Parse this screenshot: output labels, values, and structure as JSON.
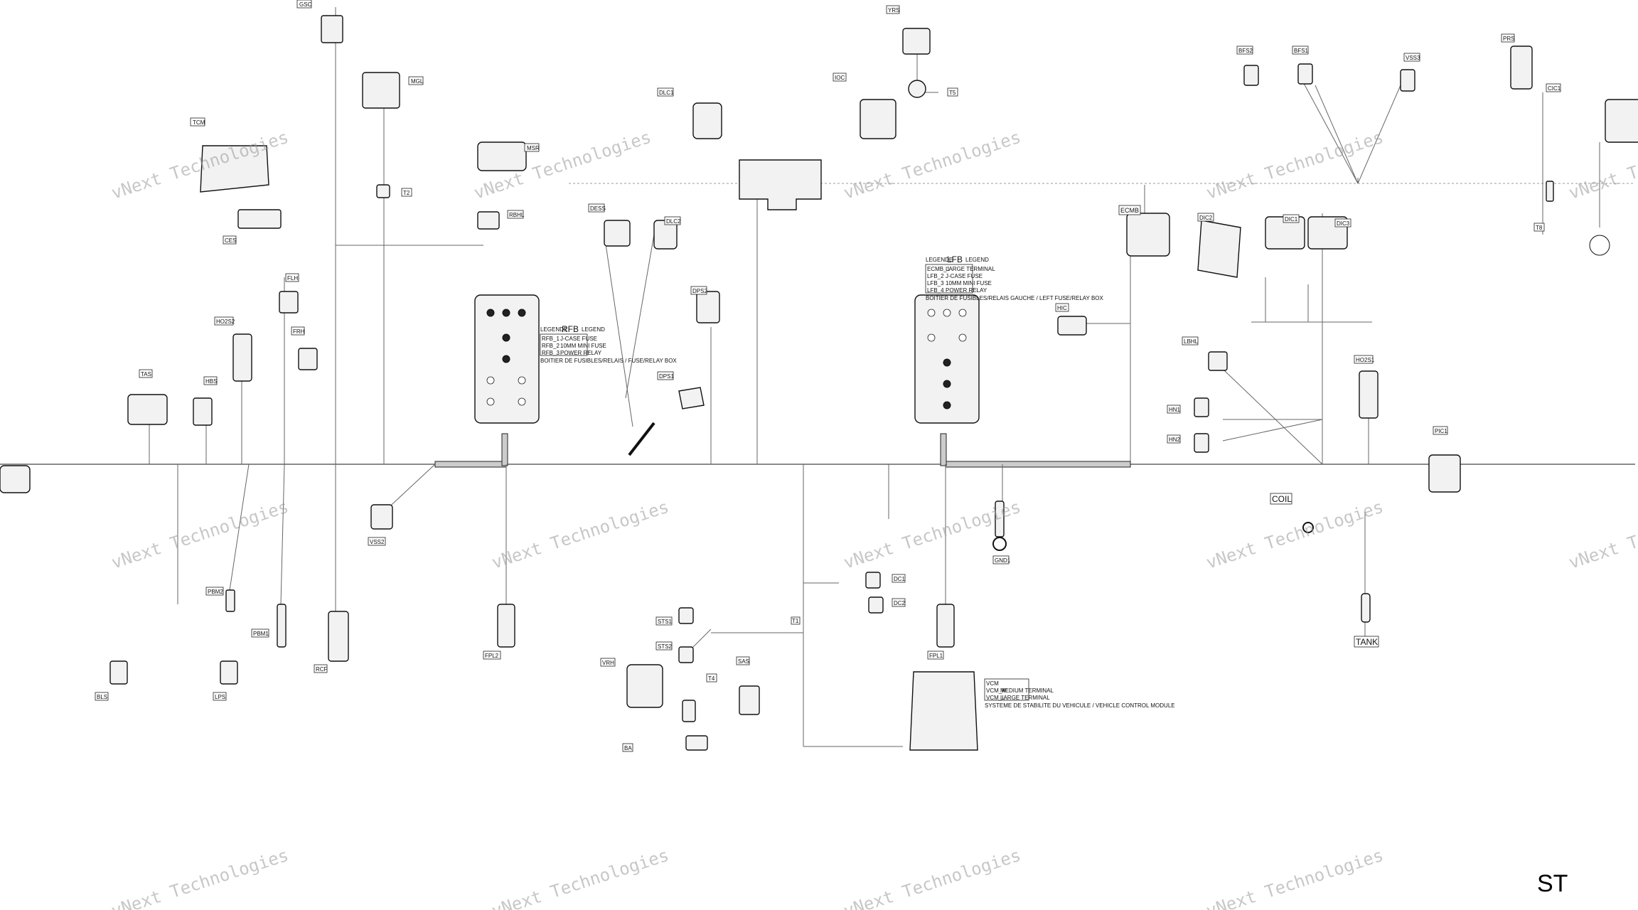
{
  "page_label": "ST",
  "watermark_text": "vNext Technologies",
  "connectors": [
    {
      "id": "GSC"
    },
    {
      "id": "MGL"
    },
    {
      "id": "TCM"
    },
    {
      "id": "MSR"
    },
    {
      "id": "T2"
    },
    {
      "id": "RBHL"
    },
    {
      "id": "CES"
    },
    {
      "id": "FLH"
    },
    {
      "id": "FRH"
    },
    {
      "id": "HO2S2"
    },
    {
      "id": "TAS"
    },
    {
      "id": "HBS"
    },
    {
      "id": "DLC1"
    },
    {
      "id": "YRS"
    },
    {
      "id": "IOC"
    },
    {
      "id": "T5"
    },
    {
      "id": "DESS"
    },
    {
      "id": "DLC2"
    },
    {
      "id": "DPS2"
    },
    {
      "id": "DPS1"
    },
    {
      "id": "ECMB"
    },
    {
      "id": "DIC2"
    },
    {
      "id": "DIC1"
    },
    {
      "id": "DIC3"
    },
    {
      "id": "HIC"
    },
    {
      "id": "BFS2"
    },
    {
      "id": "BFS1"
    },
    {
      "id": "VSS3"
    },
    {
      "id": "PRS"
    },
    {
      "id": "CIC1"
    },
    {
      "id": "T8"
    },
    {
      "id": "LBHL"
    },
    {
      "id": "HN1"
    },
    {
      "id": "HN2"
    },
    {
      "id": "HO2S1"
    },
    {
      "id": "PIC1"
    },
    {
      "id": "VSS2"
    },
    {
      "id": "PBM2"
    },
    {
      "id": "PBM1"
    },
    {
      "id": "RCF"
    },
    {
      "id": "BLS"
    },
    {
      "id": "LPS"
    },
    {
      "id": "FPL2"
    },
    {
      "id": "STS1"
    },
    {
      "id": "STS2"
    },
    {
      "id": "VRH"
    },
    {
      "id": "SAS"
    },
    {
      "id": "T4"
    },
    {
      "id": "BA"
    },
    {
      "id": "DC1"
    },
    {
      "id": "DC2"
    },
    {
      "id": "FPL1"
    },
    {
      "id": "GND1"
    },
    {
      "id": "COIL"
    },
    {
      "id": "TANK"
    },
    {
      "id": "T1"
    }
  ],
  "fuse_boxes": [
    {
      "name": "RFB",
      "legend_title": "LEGENDE",
      "legend_title2": "LEGEND",
      "rows": [
        [
          "RFB_1",
          "J-CASE FUSE"
        ],
        [
          "RFB_2",
          "10MM MINI FUSE"
        ],
        [
          "RFB_3",
          "POWER RELAY"
        ]
      ],
      "caption": "BOITIER DE FUSIBLES/RELAIS / FUSE/RELAY BOX"
    },
    {
      "name": "LFB",
      "legend_title": "LEGENDE",
      "legend_title2": "LEGEND",
      "rows": [
        [
          "ECMB_1",
          "LARGE TERMINAL"
        ],
        [
          "LFB_2",
          "J-CASE FUSE"
        ],
        [
          "LFB_3",
          "10MM MINI FUSE"
        ],
        [
          "LFB_4",
          "POWER RELAY"
        ]
      ],
      "caption": "BOITIER DE FUSIBLES/RELAIS GAUCHE / LEFT FUSE/RELAY BOX"
    }
  ],
  "vcm_legend": {
    "rows": [
      [
        "VCM",
        ""
      ],
      [
        "VCM_M",
        "MEDIUM TERMINAL"
      ],
      [
        "VCM_L",
        "LARGE TERMINAL"
      ]
    ],
    "caption": "SYSTEME DE STABILITE DU VEHICULE / VEHICLE CONTROL MODULE"
  }
}
